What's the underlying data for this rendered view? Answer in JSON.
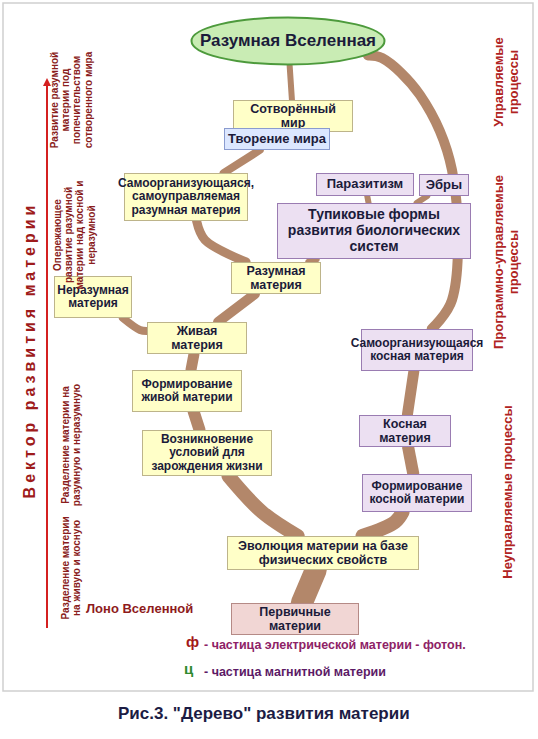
{
  "diagram": {
    "caption": "Рис.3. \"Дерево\" развития материи",
    "nodes": [
      {
        "text": [
          "Разумная Вселенная"
        ]
      },
      {
        "text": [
          "Сотворённый мир"
        ]
      },
      {
        "text": [
          "Творение мира"
        ]
      },
      {
        "text": [
          "Самоорганизующаяся, самоуправляемая разумная материя"
        ]
      },
      {
        "text": [
          "Паразитизм"
        ]
      },
      {
        "text": [
          "Эбры"
        ]
      },
      {
        "text": [
          "Тупиковые формы развития биологических систем"
        ]
      },
      {
        "text": [
          "Разумная материя"
        ]
      },
      {
        "text": [
          "Неразумная материя"
        ]
      },
      {
        "text": [
          "Живая материя"
        ]
      },
      {
        "text": [
          "Самоорганизующаяся косная материя"
        ]
      },
      {
        "text": [
          "Формирование живой материи"
        ]
      },
      {
        "text": [
          "Косная материя"
        ]
      },
      {
        "text": [
          "Возникновение условий для зарождения жизни"
        ]
      },
      {
        "text": [
          "Формирование косной материи"
        ]
      },
      {
        "text": [
          "Эволюция материи на базе физических свойств"
        ]
      },
      {
        "text": [
          "Первичные материи"
        ]
      }
    ],
    "edges": [
      {
        "from": 16,
        "to": 15,
        "arrow": "none"
      },
      {
        "from": 15,
        "to": 13,
        "arrow": "none"
      },
      {
        "from": 13,
        "to": 11,
        "arrow": "none"
      },
      {
        "from": 11,
        "to": 9,
        "arrow": "none"
      },
      {
        "from": 9,
        "to": 8,
        "arrow": "none"
      },
      {
        "from": 9,
        "to": 7,
        "arrow": "none"
      },
      {
        "from": 7,
        "to": 3,
        "arrow": "none"
      },
      {
        "from": 3,
        "to": 2,
        "arrow": "none"
      },
      {
        "from": 2,
        "to": 1,
        "arrow": "none"
      },
      {
        "from": 1,
        "to": 0,
        "arrow": "none"
      },
      {
        "from": 7,
        "to": 6,
        "arrow": "none"
      },
      {
        "from": 15,
        "to": 14,
        "arrow": "none"
      },
      {
        "from": 14,
        "to": 12,
        "arrow": "none"
      },
      {
        "from": 12,
        "to": 10,
        "arrow": "none"
      },
      {
        "from": 10,
        "to": 0,
        "arrow": "none"
      },
      {
        "from": 6,
        "to": 4,
        "arrow": "none"
      },
      {
        "from": 6,
        "to": 5,
        "arrow": "none"
      }
    ],
    "labels": [
      "Вектор развития материи",
      "Развитие разумной материи под попечительством сотворенного мира",
      "Опережающее развитие разумной материи над косной и неразумной",
      "Разделение материи на разумную и неразумную",
      "Разделение материи на живую и косную",
      "Управляемые процессы",
      "Программно-управляемые процессы",
      "Неуправляемые процессы",
      "Лоно Вселенной",
      "ф",
      "- частица электрической материи - фотон.",
      "ц",
      "- частица магнитной материи"
    ]
  }
}
